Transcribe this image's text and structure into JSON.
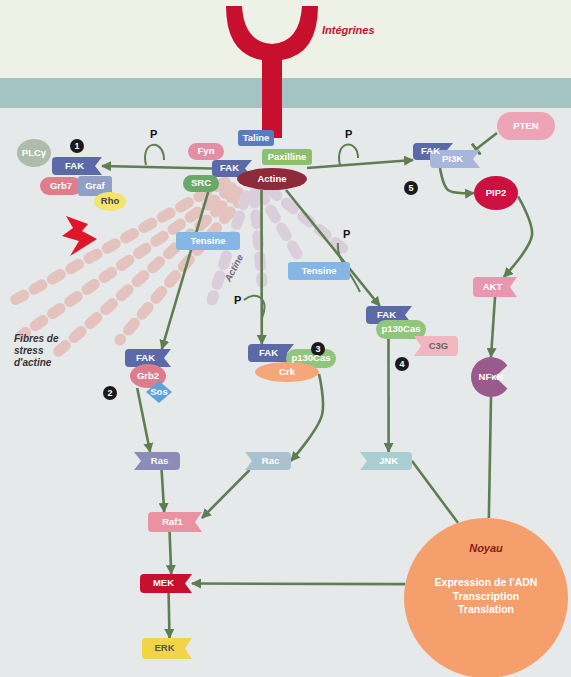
{
  "diagram": {
    "nodes": [
      {
        "text": [
          "Taline"
        ]
      },
      {
        "text": [
          "Fyn"
        ]
      },
      {
        "text": [
          "Paxilline"
        ]
      },
      {
        "text": [
          "FAK"
        ]
      },
      {
        "text": [
          "Actine"
        ]
      },
      {
        "text": [
          "SRC"
        ]
      },
      {
        "text": [
          "PLCγ"
        ]
      },
      {
        "text": [
          "FAK"
        ]
      },
      {
        "text": [
          "Grb7"
        ]
      },
      {
        "text": [
          "Graf"
        ]
      },
      {
        "text": [
          "Rho"
        ]
      },
      {
        "text": [
          "PTEN"
        ]
      },
      {
        "text": [
          "FAK"
        ]
      },
      {
        "text": [
          "PI3K"
        ]
      },
      {
        "text": [
          "PIP2"
        ]
      },
      {
        "text": [
          "Tensine"
        ]
      },
      {
        "text": [
          "Tensine"
        ]
      },
      {
        "text": [
          "AKT"
        ]
      },
      {
        "text": [
          "FAK"
        ]
      },
      {
        "text": [
          "p130Cas"
        ]
      },
      {
        "text": [
          "C3G"
        ]
      },
      {
        "text": [
          "FAK"
        ]
      },
      {
        "text": [
          "Grb2"
        ]
      },
      {
        "text": [
          "Sos"
        ]
      },
      {
        "text": [
          "FAK"
        ]
      },
      {
        "text": [
          "p130Cas"
        ]
      },
      {
        "text": [
          "Crk"
        ]
      },
      {
        "text": [
          "NFκB"
        ]
      },
      {
        "text": [
          "Ras"
        ]
      },
      {
        "text": [
          "Rac"
        ]
      },
      {
        "text": [
          "JNK"
        ]
      },
      {
        "text": [
          "Raf1"
        ]
      },
      {
        "text": [
          "MEK"
        ]
      },
      {
        "text": [
          "ERK"
        ]
      },
      {
        "text": [
          "Noyau",
          "Expression de l'ADN Transcription Translation"
        ]
      }
    ],
    "edges": [
      {
        "from": 3,
        "to": 7,
        "arrow": "to"
      },
      {
        "from": 4,
        "to": 12,
        "arrow": "to"
      },
      {
        "from": 5,
        "to": 21,
        "arrow": "to"
      },
      {
        "from": 4,
        "to": 24,
        "arrow": "to"
      },
      {
        "from": 4,
        "to": 18,
        "arrow": "to"
      },
      {
        "from": 11,
        "to": 13,
        "arrow": "to"
      },
      {
        "from": 13,
        "to": 14,
        "arrow": "to"
      },
      {
        "from": 14,
        "to": 17,
        "arrow": "to"
      },
      {
        "from": 17,
        "to": 27,
        "arrow": "to"
      },
      {
        "from": 19,
        "to": 30,
        "arrow": "to"
      },
      {
        "from": 22,
        "to": 28,
        "arrow": "to"
      },
      {
        "from": 26,
        "to": 29,
        "arrow": "to"
      },
      {
        "from": 28,
        "to": 31,
        "arrow": "to"
      },
      {
        "from": 29,
        "to": 31,
        "arrow": "to"
      },
      {
        "from": 31,
        "to": 32,
        "arrow": "to"
      },
      {
        "from": 32,
        "to": 33,
        "arrow": "to"
      },
      {
        "from": 34,
        "to": 32,
        "arrow": "to"
      },
      {
        "from": 30,
        "to": 34,
        "arrow": "none"
      },
      {
        "from": 27,
        "to": 34,
        "arrow": "none"
      }
    ],
    "labels": [
      "Intégrines",
      "P",
      "P",
      "1",
      "5",
      "P",
      "Actine",
      "P",
      "3",
      "Fibres de stress d'actine",
      "2",
      "4"
    ]
  }
}
